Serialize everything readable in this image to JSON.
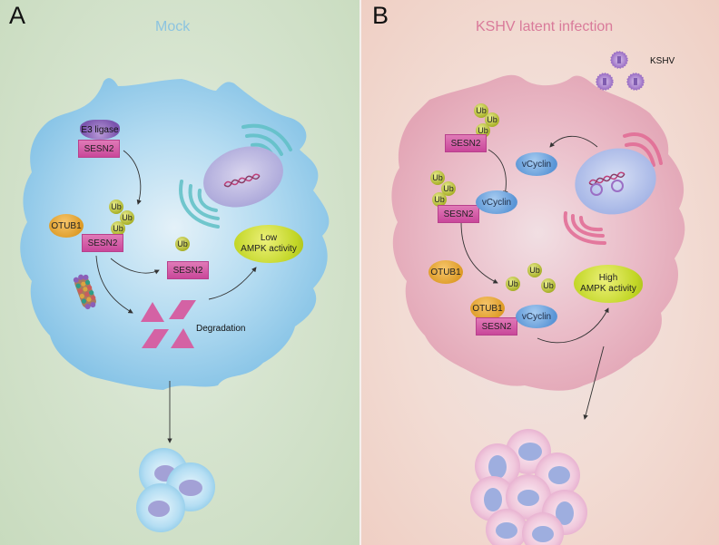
{
  "figure": {
    "panels": [
      {
        "label": "A",
        "title": "Mock",
        "title_color": "#8cc4e0",
        "cell_color": "#8ec8ea",
        "molecules": {
          "e3_ligase": "E3 ligase",
          "sesn2_top": "SESN2",
          "ub_chain": [
            "Ub",
            "Ub",
            "Ub"
          ],
          "otub1": "OTUB1",
          "sesn2_mid": "SESN2",
          "ub_free": "Ub",
          "sesn2_free": "SESN2",
          "ampk": [
            "Low",
            "AMPK activity"
          ],
          "degradation": "Degradation"
        },
        "organelles": [
          "proteasome",
          "nucleus",
          "dna-helix",
          "endoplasmic-reticulum"
        ],
        "outcome": "normal-cells"
      },
      {
        "label": "B",
        "title": "KSHV latent infection",
        "title_color": "#d97a9a",
        "cell_color": "#e8a9b7",
        "virus_label": "KSHV",
        "molecules": {
          "sesn2_top": "SESN2",
          "ub_chain_top": [
            "Ub",
            "Ub",
            "Ub"
          ],
          "vcyclin_top": "vCyclin",
          "ub_chain_mid": [
            "Ub",
            "Ub",
            "Ub"
          ],
          "sesn2_mid": "SESN2",
          "vcyclin_mid": "vCyclin",
          "otub1_free": "OTUB1",
          "ub_free": [
            "Ub",
            "Ub",
            "Ub"
          ],
          "otub1_complex": "OTUB1",
          "sesn2_complex": "SESN2",
          "vcyclin_complex": "vCyclin",
          "ampk": [
            "High",
            "AMPK activity"
          ]
        },
        "organelles": [
          "nucleus",
          "dna-helix",
          "viral-episomes",
          "endoplasmic-reticulum"
        ],
        "outcome": "tumor-cell-cluster"
      }
    ]
  }
}
